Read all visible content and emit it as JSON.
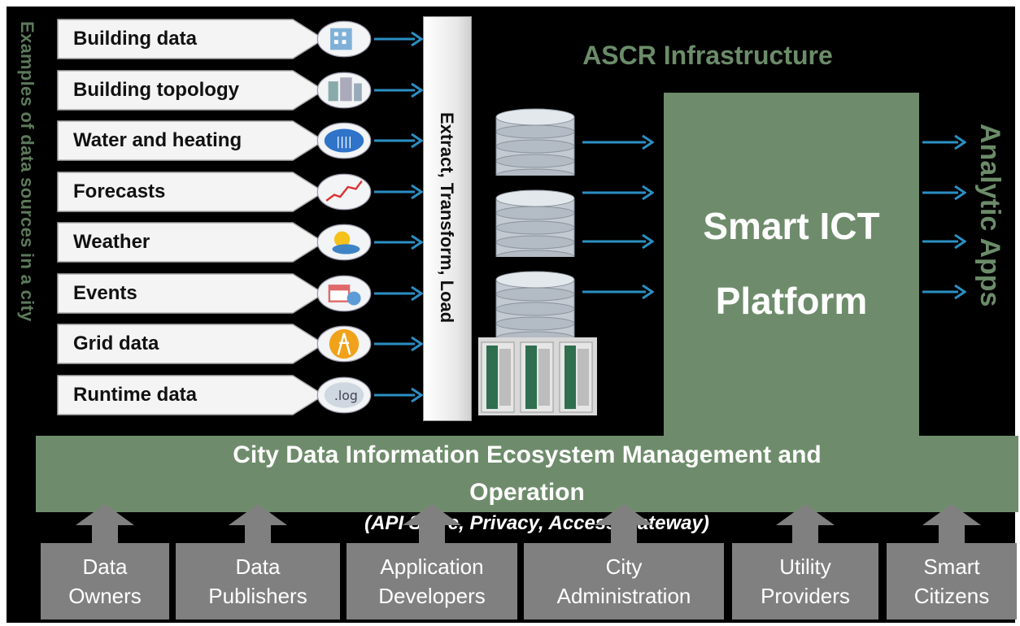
{
  "side_labels": {
    "left": "Examples of data sources in a city",
    "right": "Analytic Apps"
  },
  "header": "ASCR Infrastructure",
  "sources": [
    {
      "label": "Building data",
      "icon": "building-icon"
    },
    {
      "label": "Building topology",
      "icon": "building-topology-icon"
    },
    {
      "label": "Water and heating",
      "icon": "water-meter-icon"
    },
    {
      "label": "Forecasts",
      "icon": "forecast-chart-icon"
    },
    {
      "label": "Weather",
      "icon": "weather-sun-icon"
    },
    {
      "label": "Events",
      "icon": "events-icon"
    },
    {
      "label": "Grid data",
      "icon": "power-grid-icon"
    },
    {
      "label": "Runtime data",
      "icon": "log-icon"
    }
  ],
  "etl_label": "Extract, Transform, Load",
  "platform": {
    "line1": "Smart ICT",
    "line2": "Platform"
  },
  "ecosystem": {
    "title_line1": "City Data Information Ecosystem Management and",
    "title_line2": "Operation",
    "subtitle": "(API Store, Privacy, Access Gateway)"
  },
  "stakeholders": [
    {
      "line1": "Data",
      "line2": "Owners"
    },
    {
      "line1": "Data",
      "line2": "Publishers"
    },
    {
      "line1": "Application",
      "line2": "Developers"
    },
    {
      "line1": "City",
      "line2": "Administration"
    },
    {
      "line1": "Utility",
      "line2": "Providers"
    },
    {
      "line1": "Smart",
      "line2": "Citizens"
    }
  ],
  "colors": {
    "background": "#000000",
    "accent_green": "#6e8c6b",
    "label_green": "#6b8c69",
    "arrow_blue": "#2b8fc4",
    "stakeholder_gray": "#808080"
  }
}
